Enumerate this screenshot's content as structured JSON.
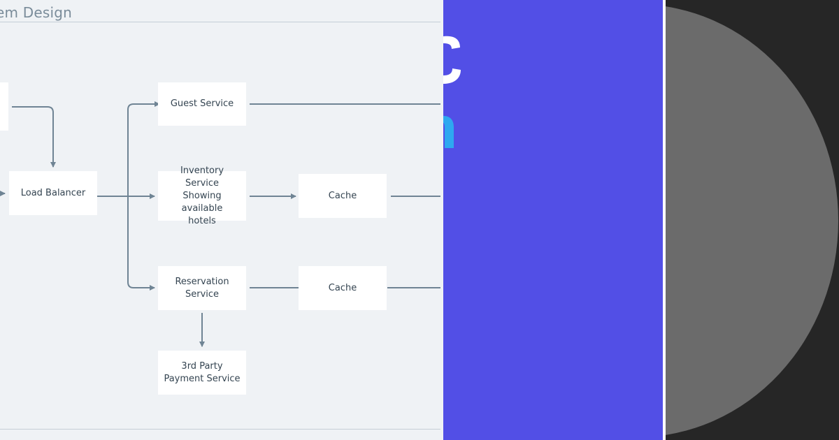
{
  "diagram": {
    "title": "em Design",
    "nodes": {
      "guest_service": "Guest Service",
      "load_balancer": "Load Balancer",
      "inventory_service": "Inventory  Service\nShowing available\nhotels",
      "cache_1": "Cache",
      "reservation_service": "Reservation\nService",
      "cache_2": "Cache",
      "payment_service": "3rd Party\nPayment  Service"
    }
  },
  "colors": {
    "diagram_background": "#eff2f5",
    "node_fill": "#ffffff",
    "connector": "#6f8494",
    "purple_panel": "#524fe6",
    "dark_panel": "#262626",
    "grey_circle": "#6b6b6b"
  }
}
